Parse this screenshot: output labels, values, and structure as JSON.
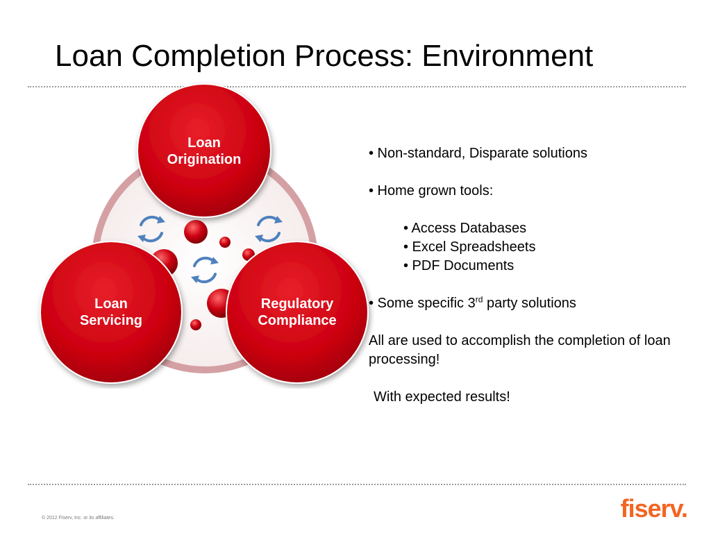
{
  "slide": {
    "title": "Loan Completion Process: Environment"
  },
  "diagram": {
    "circles": [
      {
        "line1": "Loan",
        "line2": "Origination"
      },
      {
        "line1": "Loan",
        "line2": "Servicing"
      },
      {
        "line1": "Regulatory",
        "line2": "Compliance"
      }
    ],
    "colors": {
      "circle": "#cc0010",
      "ring": "#d4a0a4",
      "cycle_icon": "#4f81bd"
    }
  },
  "content": {
    "bullet1": "• Non-standard, Disparate solutions",
    "bullet2": "• Home grown tools:",
    "sub1": "• Access Databases",
    "sub2": "• Excel Spreadsheets",
    "sub3": "• PDF Documents",
    "bullet3_pre": "• Some specific 3",
    "bullet3_sup": "rd",
    "bullet3_post": " party solutions",
    "statement": "All are used to accomplish the completion of loan processing!",
    "closing": "With expected results!"
  },
  "footer": {
    "copyright": "© 2012 Fiserv, Inc. or its affiliates.",
    "logo": "fiserv."
  }
}
